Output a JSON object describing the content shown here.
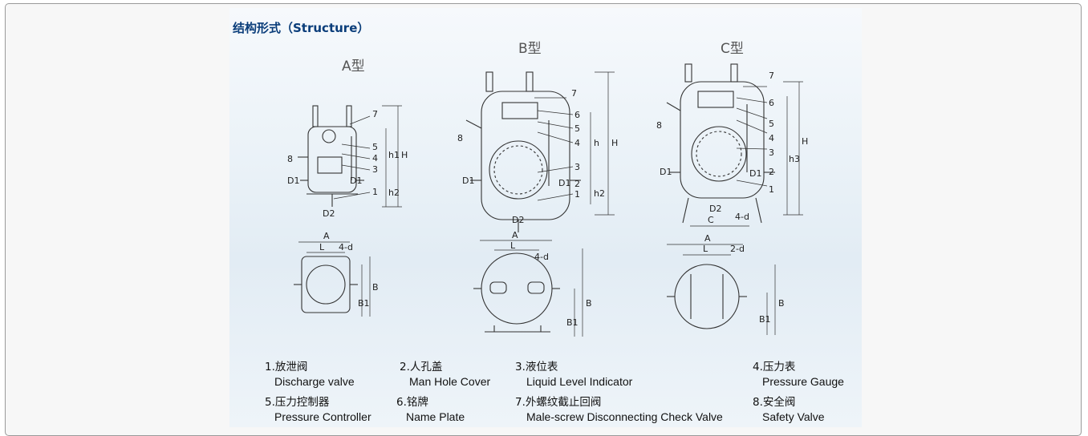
{
  "title": "结构形式（Structure）",
  "types": [
    "A型",
    "B型",
    "C型"
  ],
  "part_numbers": [
    "1",
    "2",
    "3",
    "4",
    "5",
    "6",
    "7",
    "8"
  ],
  "dim_labels": {
    "H": "H",
    "h1": "h1",
    "h2": "h2",
    "h3": "h3",
    "h": "h",
    "D1": "D1",
    "D2": "D2",
    "A": "A",
    "B": "B",
    "B1": "B1",
    "L": "L",
    "C": "C",
    "nd": "4-d",
    "nd2": "2-d"
  },
  "legend": [
    {
      "zh": "1.放泄阀",
      "en": "Discharge valve"
    },
    {
      "zh": "2.人孔盖",
      "en": "Man Hole Cover"
    },
    {
      "zh": "3.液位表",
      "en": "Liquid Level Indicator"
    },
    {
      "zh": "4.压力表",
      "en": "Pressure Gauge"
    },
    {
      "zh": "5.压力控制器",
      "en": "Pressure Controller"
    },
    {
      "zh": "6.铭牌",
      "en": "Name Plate"
    },
    {
      "zh": "7.外螺纹截止回阀",
      "en": "Male-screw Disconnecting Check Valve"
    },
    {
      "zh": "8.安全阀",
      "en": "Safety Valve"
    }
  ],
  "colors": {
    "title": "#0a3d7a",
    "line": "#333333",
    "panel": "#e6eef5"
  }
}
